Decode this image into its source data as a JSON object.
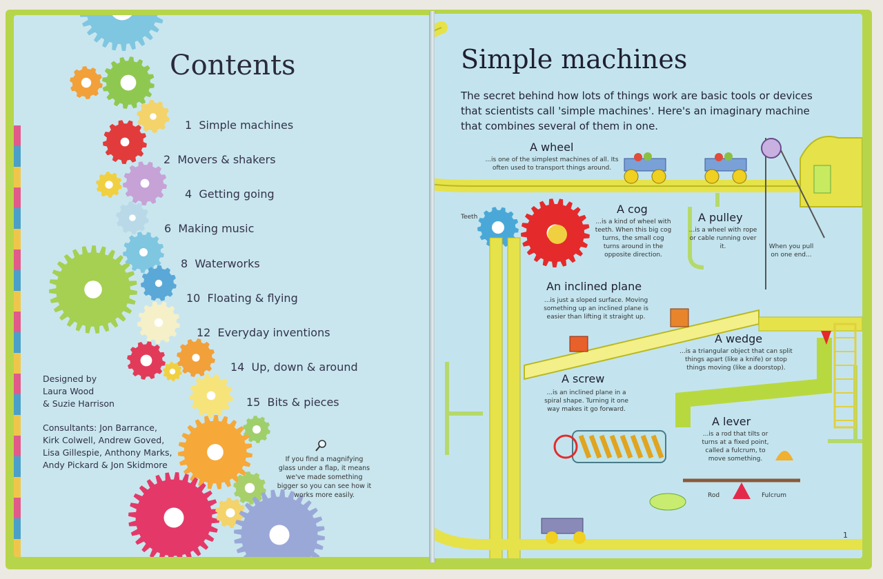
{
  "contents": {
    "title": "Contents",
    "items": [
      {
        "page": "1",
        "label": "Simple machines"
      },
      {
        "page": "2",
        "label": "Movers & shakers"
      },
      {
        "page": "4",
        "label": "Getting going"
      },
      {
        "page": "6",
        "label": "Making music"
      },
      {
        "page": "8",
        "label": "Waterworks"
      },
      {
        "page": "10",
        "label": "Floating & flying"
      },
      {
        "page": "12",
        "label": "Everyday inventions"
      },
      {
        "page": "14",
        "label": "Up, down & around"
      },
      {
        "page": "15",
        "label": "Bits & pieces"
      }
    ],
    "designed_by": "Designed by\nLaura Wood\n& Suzie Harrison",
    "consultants": "Consultants: Jon Barrance,\nKirk Colwell, Andrew Goved,\nLisa Gillespie, Anthony Marks,\nAndy Pickard & Jon Skidmore",
    "magnify_note": "If you find a magnifying glass under a flap, it means we've made something bigger so you can see how it works more easily."
  },
  "machines": {
    "title": "Simple machines",
    "intro": "The secret behind how lots of things work are basic tools or devices that scientists call 'simple machines'. Here's an imaginary machine that combines several of them in one.",
    "labels": {
      "wheel": {
        "title": "A wheel",
        "desc": "...is one of the simplest machines of all. Its often used to transport things around."
      },
      "cog": {
        "title": "A cog",
        "desc": "...is a kind of wheel with teeth. When this big cog turns, the small cog turns around in the opposite direction."
      },
      "pulley": {
        "title": "A pulley",
        "desc": "...is a wheel with rope or cable running over it."
      },
      "pulley_note": "When you pull on one end...",
      "inclined_plane": {
        "title": "An inclined plane",
        "desc": "...is just a sloped surface. Moving something up an inclined plane is easier than lifting it straight up."
      },
      "wedge": {
        "title": "A wedge",
        "desc": "...is a triangular object that can split things apart (like a knife) or stop things moving (like a doorstop)."
      },
      "screw": {
        "title": "A screw",
        "desc": "...is an inclined plane in a spiral shape. Turning it one way makes it go forward."
      },
      "lever": {
        "title": "A lever",
        "desc": "...is a rod that tilts or turns at a fixed point, called a fulcrum, to move something."
      }
    },
    "teeth_label": "Teeth",
    "rod_label": "Rod",
    "fulcrum_label": "Fulcrum",
    "page_number": "1"
  }
}
